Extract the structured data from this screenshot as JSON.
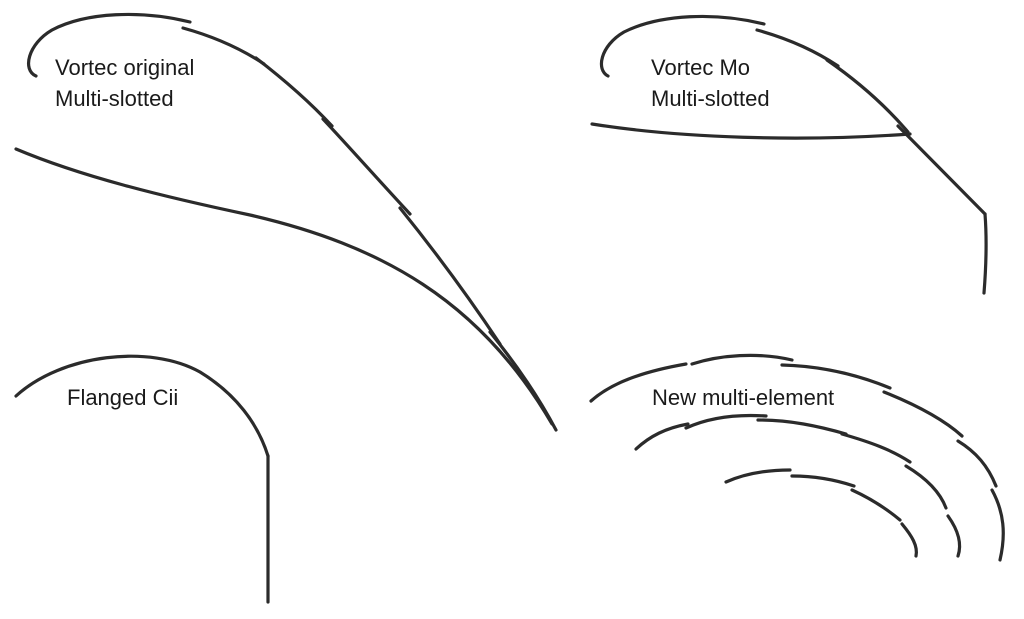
{
  "labels": {
    "vortec_original": [
      "Vortec original",
      "Multi-slotted"
    ],
    "vortec_mo": [
      "Vortec Mo",
      "Multi-slotted"
    ],
    "flanged_cii": [
      "Flanged Cii"
    ],
    "new_multi_element": [
      "New multi-element"
    ]
  },
  "colors": {
    "stroke": "#2b2b2b",
    "text": "#1a1a1a",
    "background": "#ffffff"
  }
}
